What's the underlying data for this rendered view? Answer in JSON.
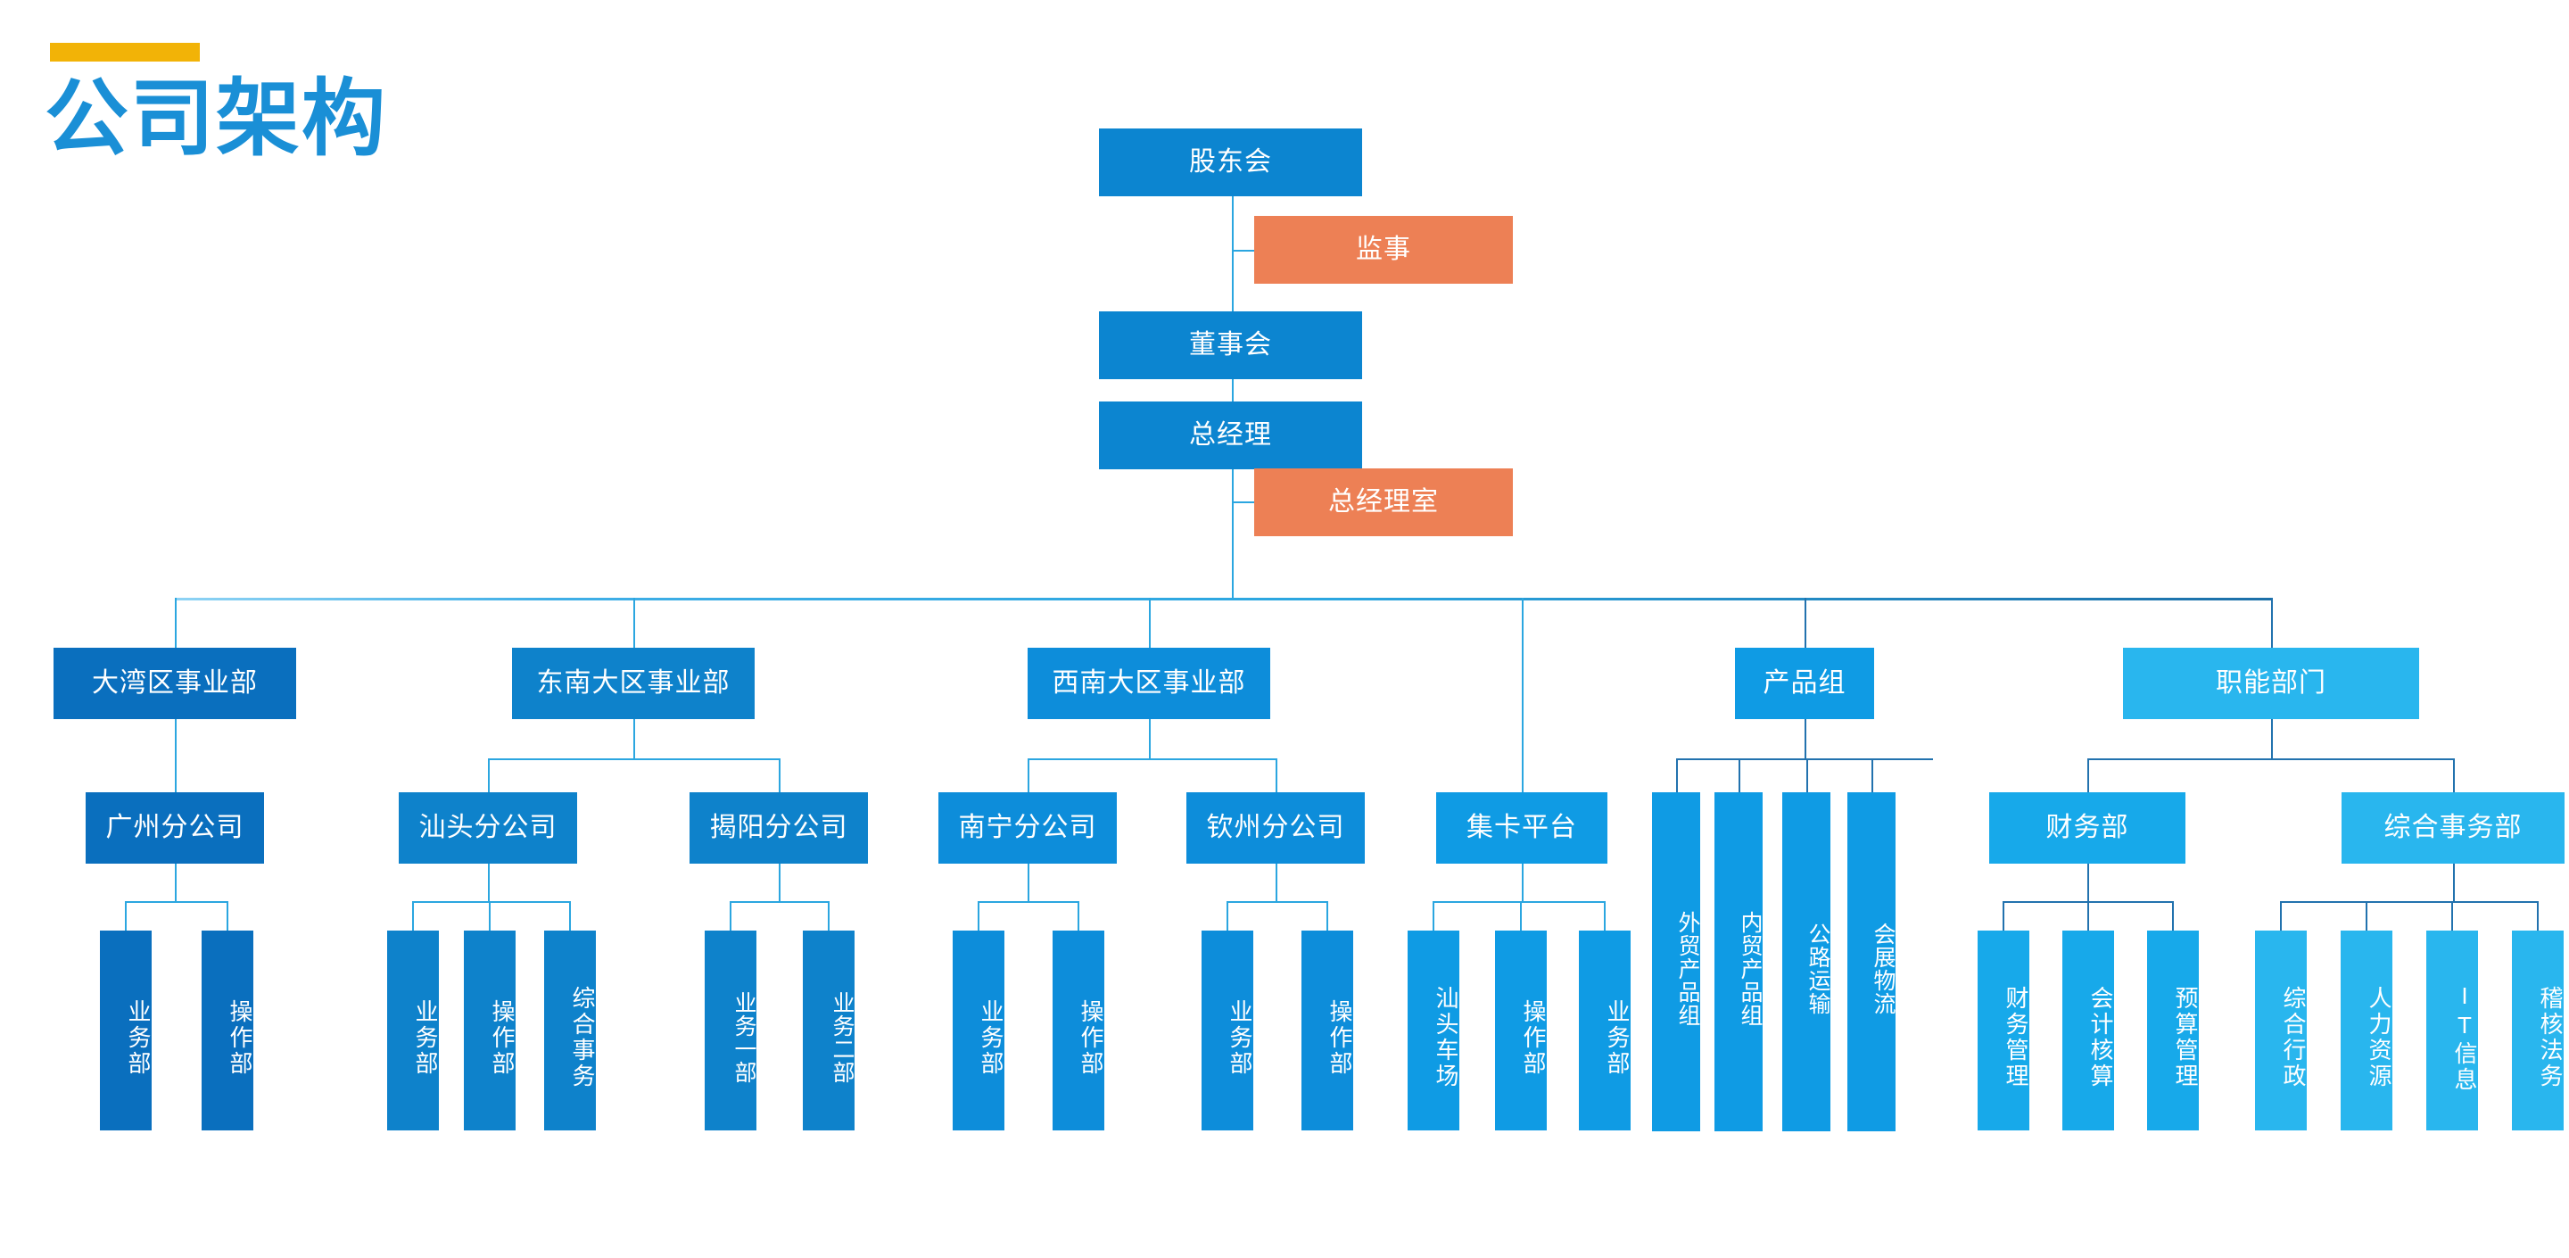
{
  "page": {
    "title": "公司架构",
    "accent_bar_color": "#F2B307",
    "title_color": "#1A8FD6",
    "background": "#ffffff"
  },
  "chart_data": {
    "type": "diagram",
    "subtype": "organization-chart",
    "title": "公司架构",
    "colors": {
      "primary_blue": "#0C85D0",
      "dark_blue": "#0A6FBE",
      "light_blue": "#29B6EE",
      "orange": "#ED8055",
      "connector": "#2BA6E0",
      "accent_yellow": "#F2B307"
    }
  },
  "top_chain": {
    "shareholders": "股东会",
    "supervisor": "监事",
    "board": "董事会",
    "general_manager": "总经理",
    "gm_office": "总经理室"
  },
  "divisions": [
    {
      "label": "大湾区事业部"
    },
    {
      "label": "东南大区事业部"
    },
    {
      "label": "西南大区事业部"
    },
    {
      "label": "产品组"
    },
    {
      "label": "职能部门"
    }
  ],
  "branches": {
    "guangzhou": "广州分公司",
    "shantou": "汕头分公司",
    "jieyang": "揭阳分公司",
    "nanning": "南宁分公司",
    "qinzhou": "钦州分公司",
    "jika": "集卡平台",
    "finance": "财务部",
    "general_affairs": "综合事务部"
  },
  "leaves": {
    "guangzhou": [
      "业务部",
      "操作部"
    ],
    "shantou": [
      "业务部",
      "操作部",
      "综合事务"
    ],
    "jieyang": [
      "业务一部",
      "业务二部"
    ],
    "nanning": [
      "业务部",
      "操作部"
    ],
    "qinzhou": [
      "业务部",
      "操作部"
    ],
    "jika": [
      "汕头车场",
      "操作部",
      "业务部"
    ],
    "product_group": [
      "外贸产品组",
      "内贸产品组",
      "公路运输",
      "会展物流"
    ],
    "finance": [
      "财务管理",
      "会计核算",
      "预算管理"
    ],
    "general_affairs": [
      "综合行政",
      "人力资源",
      "IT信息",
      "稽核法务"
    ]
  }
}
